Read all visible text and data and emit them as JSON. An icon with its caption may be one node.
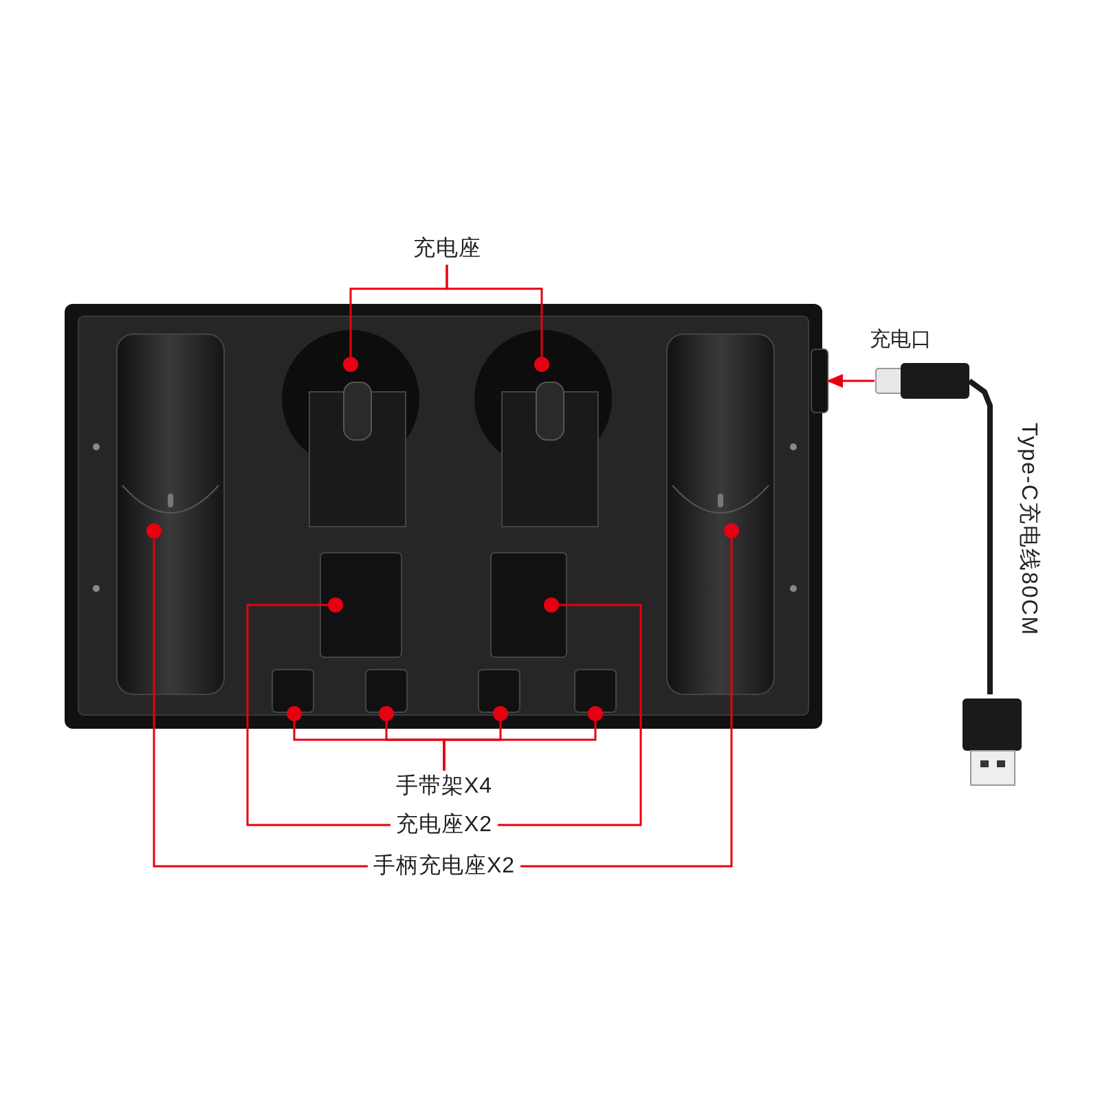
{
  "diagram": {
    "nodes": [
      {
        "text": [
          "充电座"
        ]
      },
      {
        "text": [],
        "shape": "circle"
      },
      {
        "text": [],
        "shape": "circle"
      },
      {
        "text": [
          "手带架X4"
        ]
      },
      {
        "text": [],
        "shape": "box"
      },
      {
        "text": [],
        "shape": "box"
      },
      {
        "text": [],
        "shape": "box"
      },
      {
        "text": [],
        "shape": "box"
      },
      {
        "text": [
          "充电座X2"
        ]
      },
      {
        "text": [],
        "shape": "box"
      },
      {
        "text": [],
        "shape": "box"
      },
      {
        "text": [
          "手柄充电座X2"
        ]
      },
      {
        "text": [],
        "shape": "box"
      },
      {
        "text": [],
        "shape": "box"
      },
      {
        "text": [],
        "shape": "picture",
        "beside": [
          "Type-C充电线80CM"
        ]
      },
      {
        "text": [],
        "shape": "box"
      }
    ],
    "edges": [
      {
        "from": 0,
        "to": 1,
        "arrow": "other"
      },
      {
        "from": 0,
        "to": 2,
        "arrow": "other"
      },
      {
        "from": 3,
        "to": 4,
        "arrow": "other"
      },
      {
        "from": 3,
        "to": 5,
        "arrow": "other"
      },
      {
        "from": 3,
        "to": 6,
        "arrow": "other"
      },
      {
        "from": 3,
        "to": 7,
        "arrow": "other"
      },
      {
        "from": 8,
        "to": 9,
        "arrow": "other"
      },
      {
        "from": 8,
        "to": 10,
        "arrow": "other"
      },
      {
        "from": 11,
        "to": 12,
        "arrow": "other"
      },
      {
        "from": 11,
        "to": 13,
        "arrow": "other"
      },
      {
        "from": 14,
        "to": 15,
        "arrow": "to",
        "label": "充电口"
      }
    ]
  }
}
